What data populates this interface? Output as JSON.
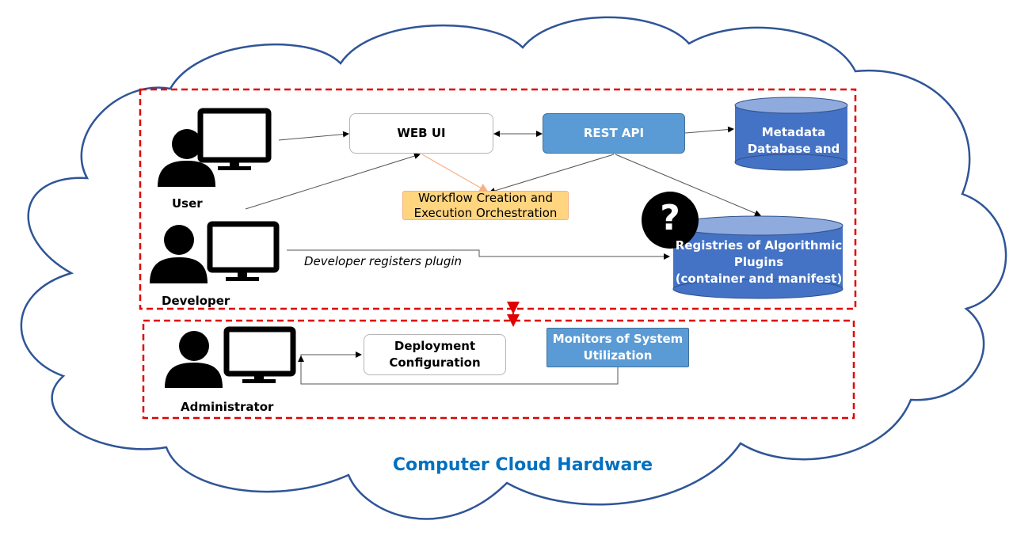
{
  "diagram": {
    "cloud_label": "Computer Cloud Hardware",
    "actors": {
      "user": "User",
      "developer": "Developer",
      "administrator": "Administrator"
    },
    "nodes": {
      "web_ui": "WEB UI",
      "rest_api": "REST API",
      "metadata_db_line1": "Metadata",
      "metadata_db_line2": "Database and",
      "workflow_line1": "Workflow Creation and",
      "workflow_line2": "Execution Orchestration",
      "registries_line1": "Registries of Algorithmic",
      "registries_line2": "Plugins",
      "registries_line3": "(container and manifest)",
      "deployment_line1": "Deployment",
      "deployment_line2": "Configuration",
      "monitors_line1": "Monitors of System",
      "monitors_line2": "Utilization"
    },
    "edge_labels": {
      "developer_registers": "Developer registers plugin"
    },
    "question_mark": "?",
    "colors": {
      "cloud_outline": "#2f5597",
      "dashed_frame": "#e00000",
      "blue_box": "#5b9bd5",
      "cylinder": "#4472c4",
      "workflow_fill": "#ffd580",
      "cloud_title": "#0070c0"
    }
  }
}
